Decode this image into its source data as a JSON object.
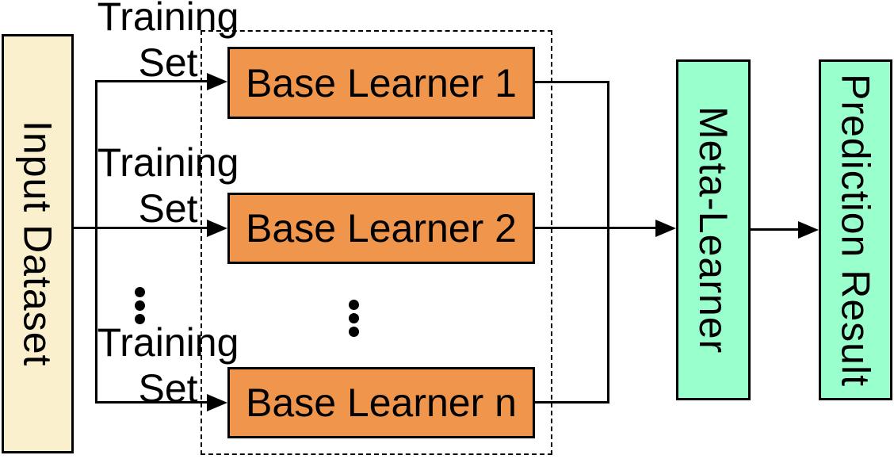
{
  "diagram": {
    "title_semantic": "stacking-ensemble-architecture",
    "input_box": {
      "label": "Input Dataset",
      "color": "#FBF0CD"
    },
    "base_learner_group": {
      "container_style": "dashed-border",
      "color": "#F0964C",
      "items": [
        {
          "label": "Base Learner 1"
        },
        {
          "label": "Base Learner 2"
        },
        {
          "label": "Base Learner n"
        }
      ]
    },
    "training_labels": [
      {
        "text": "Training\nSet"
      },
      {
        "text": "Training\nSet"
      },
      {
        "text": "Training\nSet"
      }
    ],
    "meta_box": {
      "label": "Meta-Learner",
      "color": "#99FFCC"
    },
    "prediction_box": {
      "label": "Prediction Result",
      "color": "#99FFCC"
    },
    "icons": {
      "left_ellipsis": "vertical-ellipsis",
      "middle_ellipsis": "vertical-ellipsis",
      "arrowheads": "arrow-right"
    },
    "line_color": "#000000"
  }
}
